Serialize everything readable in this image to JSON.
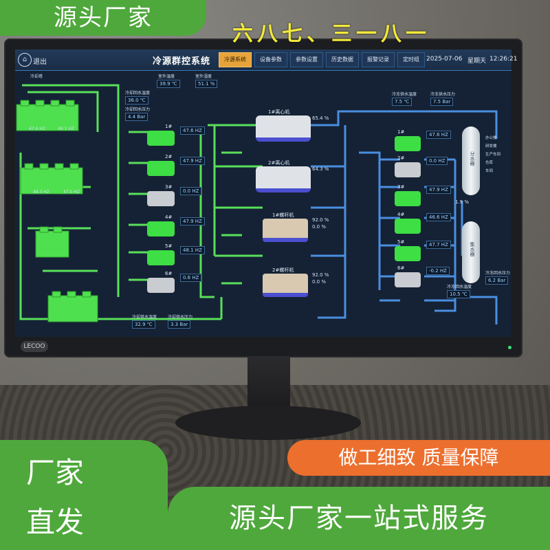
{
  "overlay": {
    "top_label": "源头厂家",
    "codes": "六八七、三一八一",
    "left_line1": "厂家",
    "left_line2": "直发",
    "orange_banner": "做工细致  质量保障",
    "bottom_banner": "源头厂家一站式服务"
  },
  "monitor": {
    "brand": "LECOO"
  },
  "hmi": {
    "exit_label": "退出",
    "title": "冷源群控系统",
    "nav_tabs": [
      {
        "label": "冷源系统",
        "active": true
      },
      {
        "label": "设备参数",
        "active": false
      },
      {
        "label": "参数设置",
        "active": false
      },
      {
        "label": "历史数据",
        "active": false
      },
      {
        "label": "报警记录",
        "active": false
      },
      {
        "label": "定时组",
        "active": false
      }
    ],
    "date": "2025-07-06",
    "weekday": "星期天",
    "time": "12:26:21"
  },
  "cooling_tower": {
    "label": "冷却塔",
    "outdoor_temp_label": "室外温度",
    "outdoor_temp": "39.9 ℃",
    "outdoor_humidity_label": "室外湿度",
    "outdoor_humidity": "51.1 %",
    "return_temp_label": "冷却回水温度",
    "return_temp": "36.0 ℃",
    "return_pressure_label": "冷却回水压力",
    "return_pressure": "4.4 Bar",
    "tower_hz": [
      "47.6 HZ",
      "48.1 HZ",
      "48.3 HZ",
      "47.5 HZ"
    ],
    "supply_temp_label": "冷却供水温度",
    "supply_temp": "32.9 ℃",
    "supply_pressure_label": "冷却供水压力",
    "supply_pressure": "3.3 Bar"
  },
  "cooling_pumps": [
    {
      "no": "1#",
      "value": "47.6 HZ"
    },
    {
      "no": "2#",
      "value": "47.9 HZ"
    },
    {
      "no": "3#",
      "value": "0.0 HZ"
    },
    {
      "no": "4#",
      "value": "47.9 HZ"
    },
    {
      "no": "5#",
      "value": "48.1 HZ"
    },
    {
      "no": "6#",
      "value": "0.6 HZ"
    }
  ],
  "chillers": [
    {
      "name": "1#离心机",
      "load": "65.4 %"
    },
    {
      "name": "2#离心机",
      "load": "64.3 %"
    },
    {
      "name": "1#螺杆机",
      "load": "92.0 %",
      "load2": "0.0 %"
    },
    {
      "name": "2#螺杆机",
      "load": "92.0 %",
      "load2": "0.0 %"
    }
  ],
  "chilled_side": {
    "supply_temp_label": "冷冻供水温度",
    "supply_temp": "7.5 ℃",
    "supply_pressure_label": "冷冻供水压力",
    "supply_pressure": "7.5 Bar",
    "return_temp_label": "冷冻回水温度",
    "return_temp": "10.5 ℃",
    "return_pressure_label": "冷冻回水压力",
    "return_pressure": "6.2 Bar",
    "bypass_value": "1.9 %"
  },
  "chilled_pumps": [
    {
      "no": "1#",
      "value": "47.6 HZ"
    },
    {
      "no": "2#",
      "value": "0.0 HZ"
    },
    {
      "no": "3#",
      "value": "47.9 HZ"
    },
    {
      "no": "4#",
      "value": "46.6 HZ"
    },
    {
      "no": "5#",
      "value": "47.7 HZ"
    },
    {
      "no": "6#",
      "value": "-0.2 HZ"
    }
  ],
  "tanks": {
    "distributor": "分水器",
    "collector": "集水器",
    "legend": [
      "办公楼",
      "研发楼",
      "生产车间",
      "仓库",
      "车间"
    ]
  }
}
